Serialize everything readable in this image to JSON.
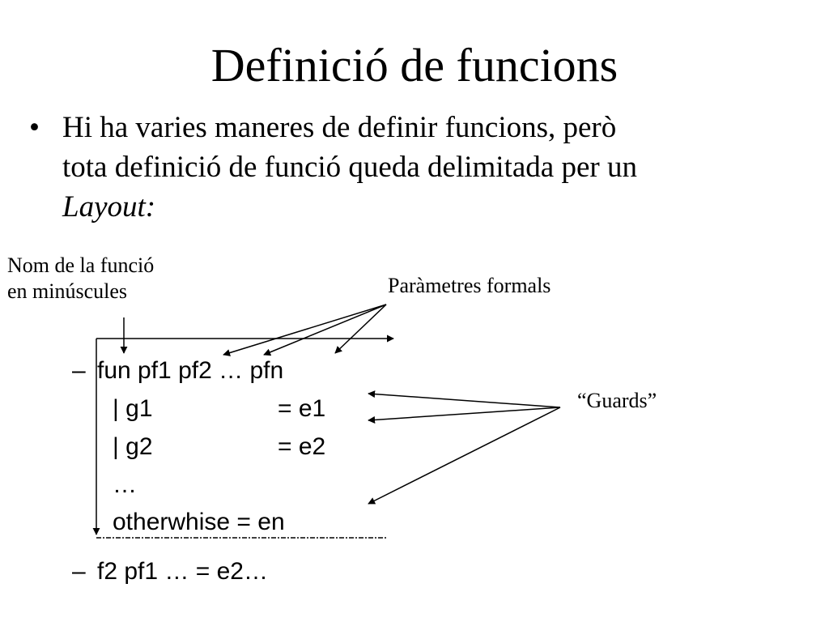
{
  "slide": {
    "title": "Definició de funcions",
    "bullet": {
      "symbol": "•",
      "line1": "Hi ha varies maneres de definir funcions, però",
      "line2": "tota definició de funció queda delimitada per un",
      "line3": "Layout:"
    },
    "annotations": {
      "nom_line1": "Nom de la funció",
      "nom_line2": "en minúscules",
      "params": "Paràmetres formals",
      "guards": "“Guards”"
    },
    "code": {
      "dash": "–",
      "line1": "fun pf1 pf2 … pfn",
      "guard1": "| g1",
      "expr1": "= e1",
      "guard2": "| g2",
      "expr2": "= e2",
      "ellipsis": "…",
      "otherwise": "otherwhise = en",
      "line2": "f2 pf1 … = e2…"
    }
  }
}
